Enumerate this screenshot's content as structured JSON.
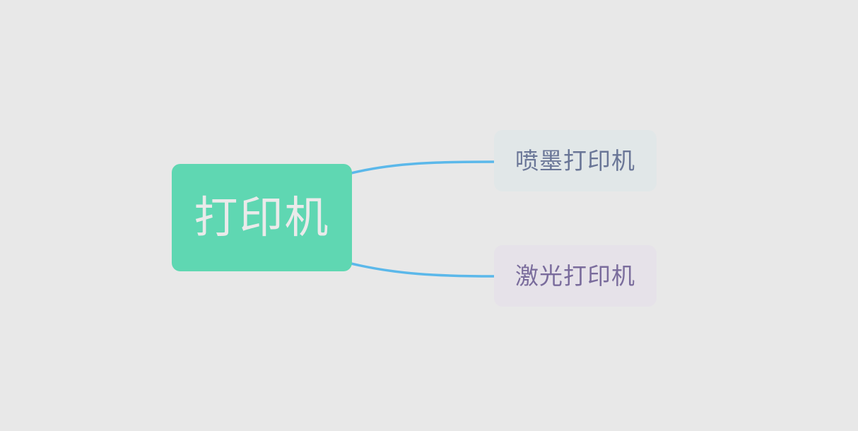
{
  "mindmap": {
    "background": "#e8e8e8",
    "connector_color": "#5bb8ea",
    "root": {
      "label": "打印机",
      "color": "#5fd7b2",
      "text_color": "#eaeaea"
    },
    "children": [
      {
        "label": "喷墨打印机",
        "color": "#e1e7e8",
        "text_color": "#6a7697"
      },
      {
        "label": "激光打印机",
        "color": "#e6e2e9",
        "text_color": "#7a6c9c"
      }
    ]
  }
}
